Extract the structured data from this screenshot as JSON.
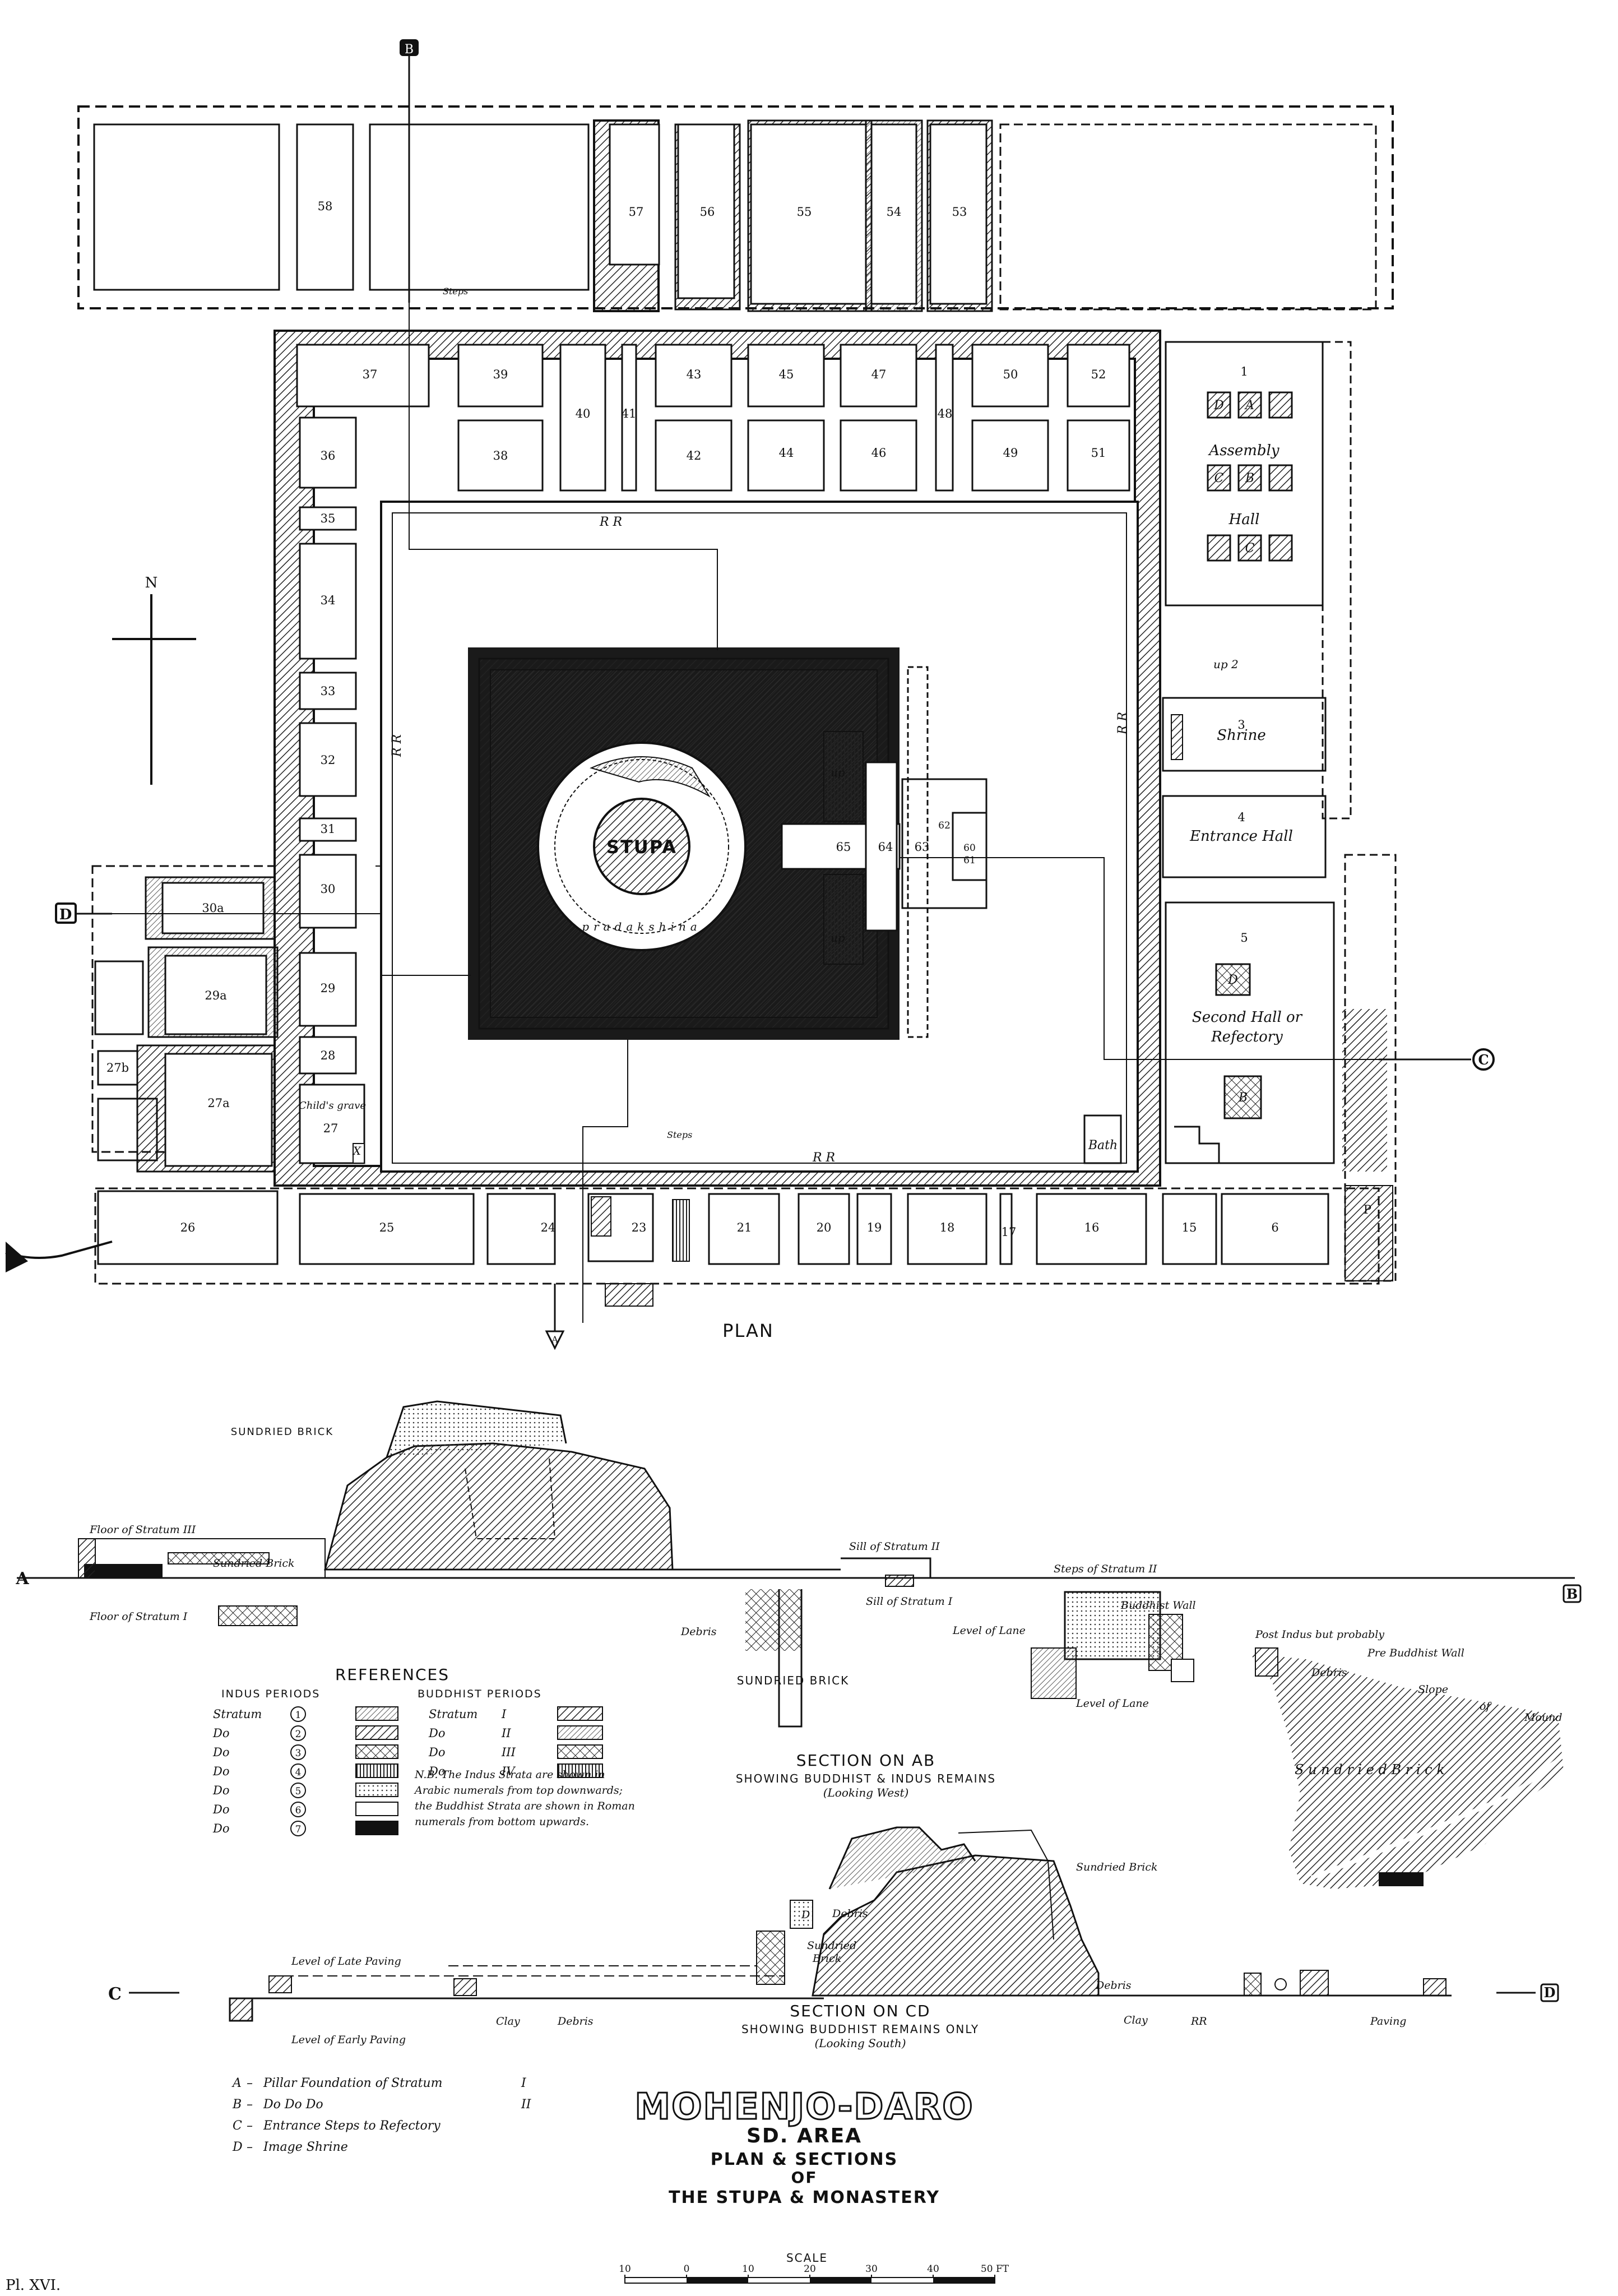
{
  "plan": {
    "caption": "PLAN",
    "north": "N",
    "stupa": "STUPA",
    "pradakshina": "pradakshina",
    "up": "up",
    "up2": "up 2",
    "steps": "Steps",
    "rr": "R R",
    "markers": {
      "a": "A",
      "b": "B",
      "c": "C",
      "d": "D"
    },
    "rooms": {
      "r1": "1",
      "assembly": "Assembly",
      "hall": "Hall",
      "r3": "3",
      "shrine": "Shrine",
      "r4": "4",
      "entrance": "Entrance Hall",
      "r5": "5",
      "refectory1": "Second Hall or",
      "refectory2": "Refectory",
      "bath": "Bath",
      "r6": "6",
      "r15": "15",
      "r16": "16",
      "r17": "17",
      "r18": "18",
      "r19": "19",
      "r20": "20",
      "r21": "21",
      "r23": "23",
      "r24": "24",
      "r25": "25",
      "r26": "26",
      "r27": "27",
      "r27a": "27a",
      "r27b": "27b",
      "childsgrave": "Child's grave",
      "x": "X",
      "r28": "28",
      "r29": "29",
      "r29a": "29a",
      "r30": "30",
      "r30a": "30a",
      "r31": "31",
      "r32": "32",
      "r33": "33",
      "r34": "34",
      "r35": "35",
      "r36": "36",
      "r37": "37",
      "r38": "38",
      "r39": "39",
      "r40": "40",
      "r41": "41",
      "r42": "42",
      "r43": "43",
      "r44": "44",
      "r45": "45",
      "r46": "46",
      "r47": "47",
      "r48": "48",
      "r49": "49",
      "r50": "50",
      "r51": "51",
      "r52": "52",
      "r53": "53",
      "r54": "54",
      "r55": "55",
      "r56": "56",
      "r57": "57",
      "r58": "58",
      "r60": "60",
      "r61": "61",
      "r62": "62",
      "r63": "63",
      "r64": "64",
      "r65": "65",
      "p": "P"
    }
  },
  "section_ab": {
    "title": "SECTION ON AB",
    "subtitle": "SHOWING BUDDHIST & INDUS REMAINS",
    "looking": "(Looking West)",
    "labels": {
      "sundried_top": "SUNDRIED BRICK",
      "floor3": "Floor of Stratum III",
      "floor1": "Floor of Stratum I",
      "sundried_brick": "Sundried Brick",
      "sill2": "Sill of Stratum II",
      "sill1": "Sill of Stratum I",
      "steps2": "Steps of Stratum II",
      "debris": "Debris",
      "sundried_mid": "SUNDRIED BRICK",
      "buddhist_wall": "Buddhist Wall",
      "level_lane": "Level of Lane",
      "level_lane2": "Level of Lane",
      "post_indus": "Post Indus but probably",
      "pre_buddhist": "Pre Buddhist Wall",
      "debris2": "Debris",
      "slope": "Slope",
      "of": "of",
      "mound": "Mound",
      "sundried_right": "S u n d r i e d   B r i c k"
    }
  },
  "references": {
    "title": "REFERENCES",
    "indus_head": "INDUS PERIODS",
    "buddhist_head": "BUDDHIST PERIODS",
    "indus": [
      {
        "label": "Stratum",
        "num": "1"
      },
      {
        "label": "Do",
        "num": "2"
      },
      {
        "label": "Do",
        "num": "3"
      },
      {
        "label": "Do",
        "num": "4"
      },
      {
        "label": "Do",
        "num": "5"
      },
      {
        "label": "Do",
        "num": "6"
      },
      {
        "label": "Do",
        "num": "7"
      }
    ],
    "buddhist": [
      {
        "label": "Stratum",
        "num": "I"
      },
      {
        "label": "Do",
        "num": "II"
      },
      {
        "label": "Do",
        "num": "III"
      },
      {
        "label": "Do",
        "num": "IV"
      }
    ],
    "note1": "N.B. The Indus Strata are shown in",
    "note2": "Arabic numerals from top downwards;",
    "note3": "the Buddhist Strata are shown in Roman",
    "note4": "numerals from bottom upwards."
  },
  "section_cd": {
    "title": "SECTION ON CD",
    "subtitle": "SHOWING BUDDHIST REMAINS ONLY",
    "looking": "(Looking South)",
    "labels": {
      "sundried_brick": "Sundried Brick",
      "late_paving": "Level of Late Paving",
      "early_paving": "Level of Early Paving",
      "clay": "Clay",
      "debris": "Debris",
      "debris2": "Debris",
      "sundried2": "Sundried",
      "brick2": "Brick",
      "debris3": "Debris",
      "clay2": "Clay",
      "rr": "RR",
      "paving": "Paving",
      "d": "D"
    }
  },
  "legend_letters": [
    {
      "k": "A",
      "t": "Pillar Foundation of Stratum",
      "n": "I"
    },
    {
      "k": "B",
      "t": "Do          Do          Do",
      "n": "II"
    },
    {
      "k": "C",
      "t": "Entrance Steps to Refectory",
      "n": ""
    },
    {
      "k": "D",
      "t": "Image Shrine",
      "n": ""
    }
  ],
  "title_block": {
    "t1": "MOHENJO-DARO",
    "t2": "SD. AREA",
    "t3": "PLAN & SECTIONS",
    "t4": "OF",
    "t5": "THE STUPA & MONASTERY"
  },
  "scale": {
    "label": "SCALE",
    "ticks": [
      "10",
      "0",
      "10",
      "20",
      "30",
      "40",
      "50 FT"
    ]
  },
  "plate": "Pl. XVI."
}
